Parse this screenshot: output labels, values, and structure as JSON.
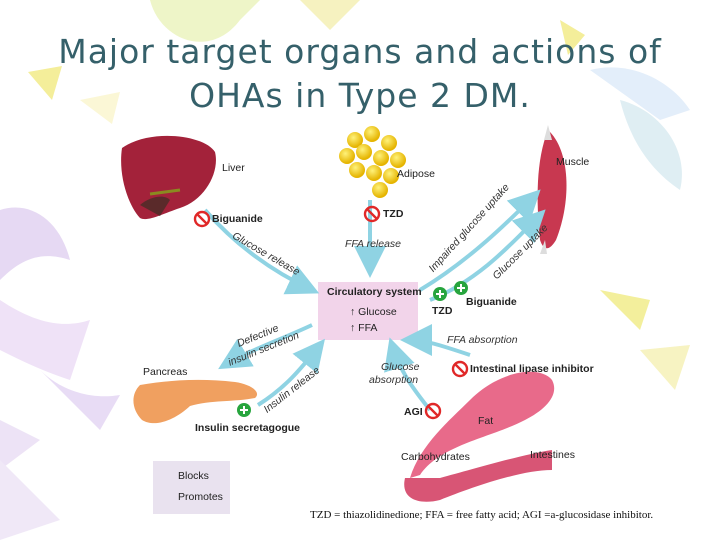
{
  "slide": {
    "title_line1": "Major target organs and actions of",
    "title_line2": "OHAs in Type 2 DM.",
    "footer": "TZD = thiazolidinedione; FFA = free fatty acid; AGI =a-glucosidase inhibitor."
  },
  "diagram": {
    "organs": {
      "liver": "Liver",
      "adipose": "Adipose",
      "muscle": "Muscle",
      "pancreas": "Pancreas",
      "intestines": "Intestines",
      "fat": "Fat",
      "carbohydrates": "Carbohydrates"
    },
    "center": {
      "title": "Circulatory system",
      "glucose": "Glucose",
      "ffa": "FFA"
    },
    "drugs": {
      "biguanide_liver": "Biguanide",
      "tzd_adipose": "TZD",
      "biguanide_muscle": "Biguanide",
      "tzd_center": "TZD",
      "lipase_inhibitor": "Intestinal lipase inhibitor",
      "agi": "AGI",
      "secretagogue": "Insulin secretagogue"
    },
    "arrows": {
      "ffa_release": "FFA release",
      "glucose_release": "Glucose release",
      "impaired_uptake": "Impaired glucose uptake",
      "glucose_uptake": "Glucose uptake",
      "defective_line1": "Defective",
      "defective_line2": "insulin secretion",
      "insulin_release": "Insulin release",
      "ffa_absorption": "FFA absorption",
      "glucose_absorption_line1": "Glucose",
      "glucose_absorption_line2": "absorption"
    },
    "legend": {
      "blocks": "Blocks",
      "promotes": "Promotes"
    },
    "colors": {
      "arrow": "#8fd3e3",
      "center_box": "#f2d4ea",
      "block_red": "#e02828",
      "promote_green": "#27a53e",
      "title": "#35606a"
    }
  }
}
